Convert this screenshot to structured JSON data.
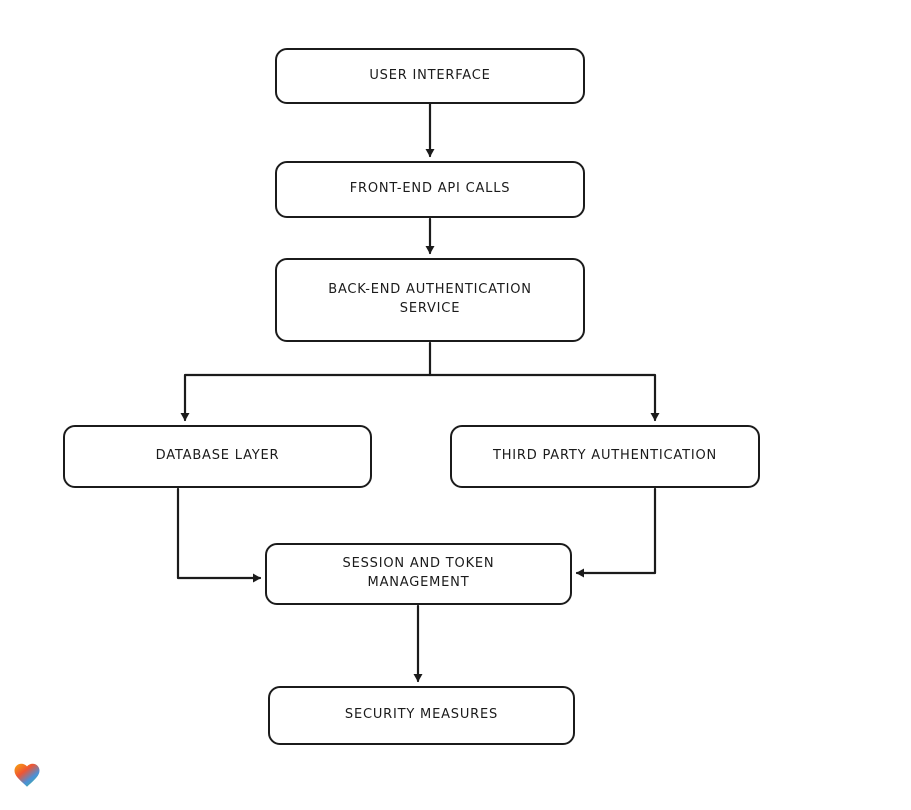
{
  "page": {
    "background_color": "#ffffff"
  },
  "diagram": {
    "type": "flowchart",
    "stroke_color": "#1b1b1b",
    "node_fill": "#ffffff",
    "nodes": [
      {
        "id": "user-interface",
        "label": "USER INTERFACE"
      },
      {
        "id": "front-end-api-calls",
        "label": "FRONT-END API CALLS"
      },
      {
        "id": "back-end-authentication-service",
        "label": "BACK-END AUTHENTICATION SERVICE"
      },
      {
        "id": "database-layer",
        "label": "DATABASE LAYER"
      },
      {
        "id": "third-party-authentication",
        "label": "THIRD PARTY AUTHENTICATION"
      },
      {
        "id": "session-and-token-management",
        "label": "SESSION AND TOKEN MANAGEMENT"
      },
      {
        "id": "security-measures",
        "label": "SECURITY MEASURES"
      }
    ],
    "edges": [
      {
        "from": "user-interface",
        "to": "front-end-api-calls"
      },
      {
        "from": "front-end-api-calls",
        "to": "back-end-authentication-service"
      },
      {
        "from": "back-end-authentication-service",
        "to": "database-layer"
      },
      {
        "from": "back-end-authentication-service",
        "to": "third-party-authentication"
      },
      {
        "from": "database-layer",
        "to": "session-and-token-management"
      },
      {
        "from": "third-party-authentication",
        "to": "session-and-token-management"
      },
      {
        "from": "session-and-token-management",
        "to": "security-measures"
      }
    ]
  },
  "footer": {
    "logo_icon": "heart-logo",
    "logo_colors": [
      "#f7a80d",
      "#ef5533",
      "#4a90d9",
      "#3dba8c"
    ]
  }
}
